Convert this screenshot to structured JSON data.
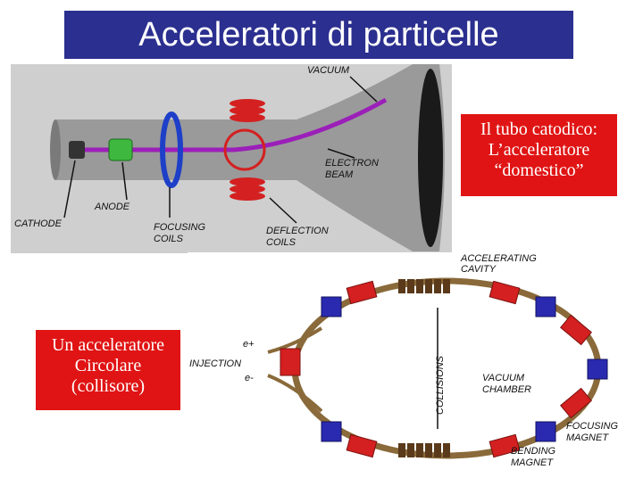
{
  "title": "Acceleratori di particelle",
  "crt_diagram": {
    "labels": {
      "vacuum": "VACUUM",
      "electron_beam_1": "ELECTRON",
      "electron_beam_2": "BEAM",
      "anode": "ANODE",
      "cathode": "CATHODE",
      "focusing_1": "FOCUSING",
      "focusing_2": "COILS",
      "deflection_1": "DEFLECTION",
      "deflection_2": "COILS"
    },
    "colors": {
      "tube": "#9a9a9a",
      "beam": "#9b1fb8",
      "focusing_coil": "#1e3fc8",
      "deflection_coil": "#d42020",
      "anode": "#3fb83f"
    }
  },
  "ring_diagram": {
    "labels": {
      "accelerating_1": "ACCELERATING",
      "accelerating_2": "CAVITY",
      "injection": "INJECTION",
      "e_plus": "e+",
      "e_minus": "e-",
      "collisions": "COLLISIONS",
      "vacuum_1": "VACUUM",
      "vacuum_2": "CHAMBER",
      "focusing_1": "FOCUSING",
      "focusing_2": "MAGNET",
      "bending_1": "BENDING",
      "bending_2": "MAGNET"
    },
    "colors": {
      "chamber": "#8a6a3a",
      "bending_magnet": "#d42020",
      "focusing_magnet": "#2a2ab0",
      "cavity": "#5a3a1a"
    }
  },
  "callouts": {
    "crt": "Il tubo catodico:\nL’acceleratore\n“domestico”",
    "ring": "Un acceleratore\nCircolare\n(collisore)"
  }
}
